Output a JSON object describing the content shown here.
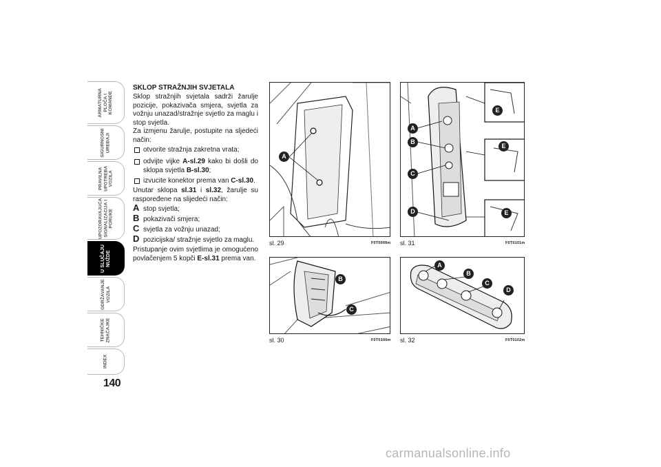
{
  "side_tabs": [
    {
      "label": "ARMATURNA\nPLOČA I\nKOMANDE",
      "active": false
    },
    {
      "label": "SIGURNOSNI\nUREĐAJI",
      "active": false
    },
    {
      "label": "PRAVILNA\nUPOTREBA\nVOZILA",
      "active": false
    },
    {
      "label": "UPOZORAVAJUĆA\nSIGNALIZACIJA I\nPORUKE",
      "active": false
    },
    {
      "label": "U SLUČAJU\nNUŽDE",
      "active": true
    },
    {
      "label": "ODRŽAVANJE\nVOZILA",
      "active": false
    },
    {
      "label": "TEHNIČKE\nZNAČAJKE",
      "active": false
    },
    {
      "label": "INDEX",
      "active": false
    }
  ],
  "page_number": "140",
  "content": {
    "title": "SKLOP STRAŽNJIH SVJETALA",
    "intro": "Sklop stražnjih svjetala sadrži žarulje pozicije, pokazivača smjera, svjetla za vožnju unazad/stražnje svjetlo za maglu i stop svjetla.",
    "instr": "Za izmjenu žarulje, postupite na sljedeći način:",
    "b1": "otvorite stražnja zakretna vrata;",
    "b2_pre": "odvijte vijke ",
    "b2_ref1": "A-sl.29",
    "b2_mid": " kako bi došli do sklopa svjetla ",
    "b2_ref2": "B-sl.30",
    "b2_end": ";",
    "b3_pre": "izvucite konektor prema van ",
    "b3_ref": "C-sl.30",
    "b3_end": ".",
    "layout_pre": "Unutar sklopa ",
    "layout_ref1": "sl.31",
    "layout_i": " i ",
    "layout_ref2": "sl.32",
    "layout_end": ", žarulje su raspoređene na slijedeći način:",
    "items": [
      {
        "letter": "A",
        "text": "stop svjetla;"
      },
      {
        "letter": "B",
        "text": "pokazivači smjera;"
      },
      {
        "letter": "C",
        "text": "svjetla za vožnju unazad;"
      },
      {
        "letter": "D",
        "text": "pozicijska/ stražnje svjetlo za maglu."
      }
    ],
    "access_pre": "Pristupanje ovim svjetlima je omogućeno povlačenjem 5 kopči ",
    "access_ref": "E-sl.31",
    "access_end": " prema van."
  },
  "figures": {
    "f29": {
      "caption": "sl. 29",
      "code": "F0T0099m",
      "markers": [
        "A"
      ]
    },
    "f30": {
      "caption": "sl. 30",
      "code": "F0T0100m",
      "markers": [
        "B",
        "C"
      ]
    },
    "f31": {
      "caption": "sl. 31",
      "code": "F0T0101m",
      "markers": [
        "A",
        "B",
        "C",
        "D",
        "E",
        "E",
        "E"
      ]
    },
    "f32": {
      "caption": "sl. 32",
      "code": "F0T0102m",
      "markers": [
        "A",
        "B",
        "C",
        "D"
      ]
    }
  },
  "watermark": "carmanualsonline.info"
}
